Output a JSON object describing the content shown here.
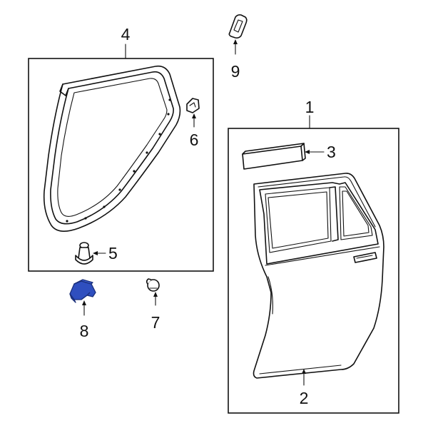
{
  "diagram": {
    "highlight_color": "#2f4fbf",
    "callouts": [
      {
        "id": "c1",
        "label": "1"
      },
      {
        "id": "c2",
        "label": "2"
      },
      {
        "id": "c3",
        "label": "3"
      },
      {
        "id": "c4",
        "label": "4"
      },
      {
        "id": "c5",
        "label": "5"
      },
      {
        "id": "c6",
        "label": "6"
      },
      {
        "id": "c7",
        "label": "7"
      },
      {
        "id": "c8",
        "label": "8"
      },
      {
        "id": "c9",
        "label": "9"
      }
    ]
  }
}
